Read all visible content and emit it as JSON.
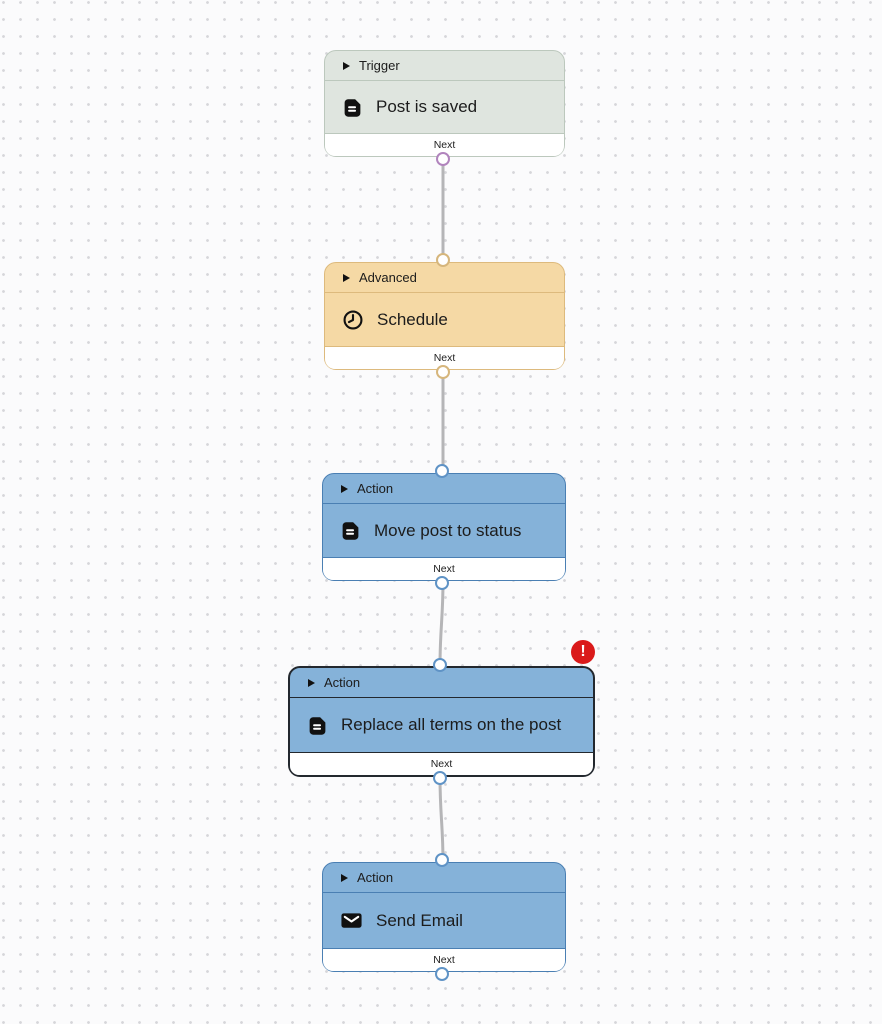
{
  "canvas": {
    "background_color": "#fbfbfc",
    "dot_color": "#d6d6da",
    "connector_color": "#b5b5b7"
  },
  "nodes": [
    {
      "id": "trigger-post-is-saved",
      "header_label": "Trigger",
      "title": "Post is saved",
      "footer_label": "Next",
      "icon": "document-icon",
      "colors": {
        "fill": "#dfe5df",
        "border": "#bcc8bd",
        "output_port": "#b184bd"
      }
    },
    {
      "id": "advanced-schedule",
      "header_label": "Advanced",
      "title": "Schedule",
      "footer_label": "Next",
      "icon": "clock-icon",
      "colors": {
        "fill": "#f5d9a5",
        "border": "#ddba7d",
        "input_port": "#d6b67c",
        "output_port": "#d6b67c"
      }
    },
    {
      "id": "action-move-post-to-status",
      "header_label": "Action",
      "title": "Move post to status",
      "footer_label": "Next",
      "icon": "document-icon",
      "colors": {
        "fill": "#85b2d9",
        "border": "#4a7fb3",
        "input_port": "#5f93c6",
        "output_port": "#5f93c6"
      }
    },
    {
      "id": "action-replace-all-terms",
      "header_label": "Action",
      "title": "Replace all terms on the post",
      "footer_label": "Next",
      "icon": "document-icon",
      "selected": true,
      "has_error": true,
      "colors": {
        "fill": "#85b2d9",
        "border": "#23282e",
        "input_port": "#5f93c6",
        "output_port": "#5f93c6"
      }
    },
    {
      "id": "action-send-email",
      "header_label": "Action",
      "title": "Send Email",
      "footer_label": "Next",
      "icon": "envelope-icon",
      "colors": {
        "fill": "#85b2d9",
        "border": "#4a7fb3",
        "input_port": "#5f93c6",
        "output_port": "#5f93c6"
      }
    }
  ],
  "error_badge": {
    "glyph": "!",
    "color": "#da1a1a"
  }
}
